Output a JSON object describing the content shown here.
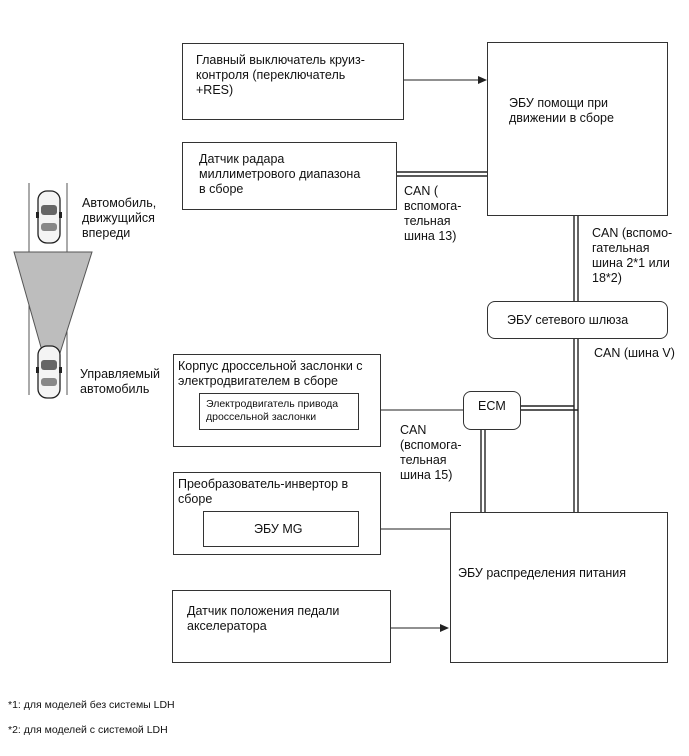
{
  "blocks": {
    "cruise_switch": "Главный выключатель круиз-\nконтроля (переключатель\n+RES)",
    "radar_sensor": "Датчик радара\nмиллиметрового диапазона\nв сборе",
    "driving_assist_ecu": "ЭБУ помощи при\nдвижении в сборе",
    "gateway_ecu": "ЭБУ сетевого шлюза",
    "throttle_body": "Корпус дроссельной заслонки с\nэлектродвигателем в сборе",
    "throttle_motor": "Электродвигатель привода\nдроссельной заслонки",
    "ecm": "ECM",
    "inverter": "Преобразователь-инвертор в\nсборе",
    "mg_ecu": "ЭБУ MG",
    "power_ecu": "ЭБУ распределения питания",
    "accel_sensor": "Датчик положения педали\nакселератора"
  },
  "bus_labels": {
    "can_13": "CAN (\nвспомога-\nтельная\nшина 13)",
    "can_2_18": "CAN (вспомо-\nгательная\nшина 2*1 или\n18*2)",
    "can_v": "CAN (шина V)",
    "can_15": "CAN\n(вспомога-\nтельная\nшина 15)"
  },
  "scene": {
    "front_car": "Автомобиль,\nдвижущийся\nвпереди",
    "own_car": "Управляемый\nавтомобиль"
  },
  "footnotes": {
    "note1": "*1: для моделей без системы LDH",
    "note2": "*2: для моделей с системой LDH"
  }
}
